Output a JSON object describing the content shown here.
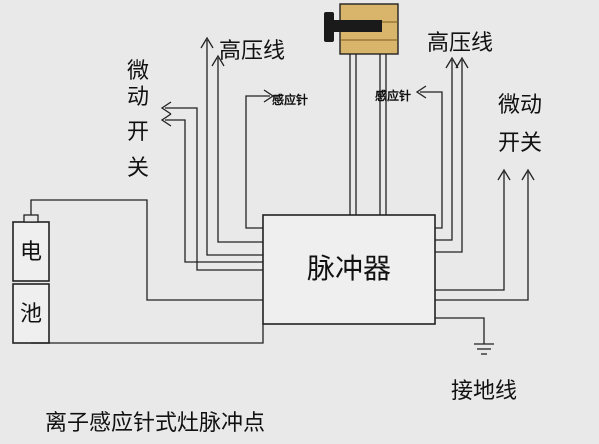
{
  "diagram": {
    "pulse_box": "脉冲器",
    "battery": {
      "top": "电",
      "bottom": "池"
    },
    "left_switch": [
      "微",
      "动",
      "开",
      "关"
    ],
    "right_switch": [
      "微动",
      "开关"
    ],
    "hv_left": "高压线",
    "hv_right": "高压线",
    "sensor_left": "感应针",
    "sensor_right": "感应针",
    "ground": "接地线",
    "caption": "离子感应针式灶脉冲点"
  },
  "colors": {
    "background": "#e9e9e9",
    "ignitor_body": "#d8b56a",
    "ignitor_plunger": "#1a1a1a"
  }
}
